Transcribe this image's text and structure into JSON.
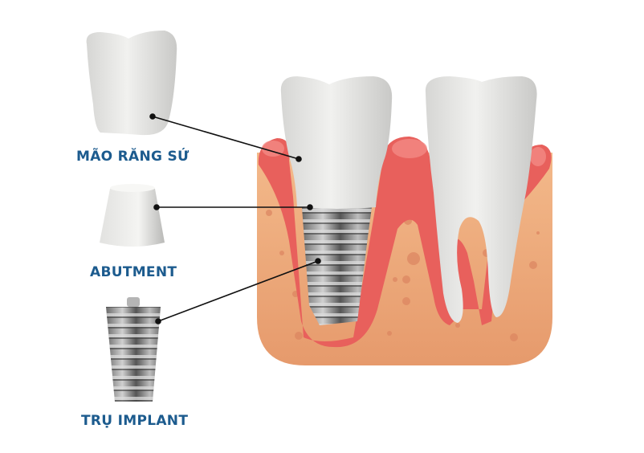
{
  "labels": {
    "crown": "MÃO RĂNG SỨ",
    "abutment": "ABUTMENT",
    "implant": "TRỤ IMPLANT"
  },
  "colors": {
    "label": "#1c5b8e",
    "bone": "#eea878",
    "gum": "#e8605c",
    "tooth": "#e9e9e7",
    "metal": "#8a8a8a"
  }
}
